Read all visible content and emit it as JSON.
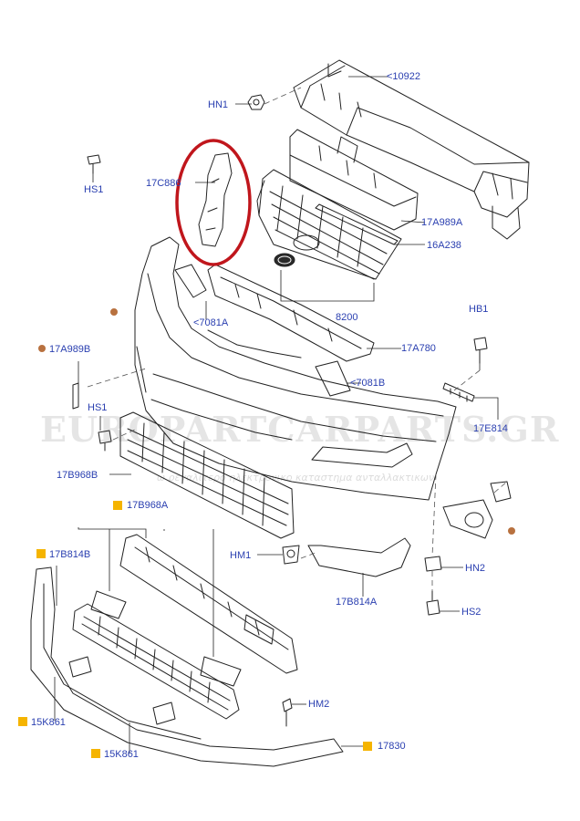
{
  "labels": {
    "p10922": "<10922",
    "hn1": "HN1",
    "hs1_top": "HS1",
    "p17c886": "17C886",
    "p17a989a": "17A989A",
    "p16a238": "16A238",
    "p8200": "8200",
    "p7081a": "<7081A",
    "p17a989b": "17A989B",
    "p17a780": "17A780",
    "hb1": "HB1",
    "p7081b": "<7081B",
    "hs1_mid": "HS1",
    "p17e814": "17E814",
    "p17b968b": "17B968B",
    "p17b968a": "17B968A",
    "p17b814b": "17B814B",
    "hm1": "HM1",
    "hn2": "HN2",
    "p17b814a": "17B814A",
    "hs2": "HS2",
    "hm2": "HM2",
    "p15k861_a": "15K861",
    "p15k861_b": "15K861",
    "p17830": "17830"
  },
  "watermark": {
    "brand": "EUROPARTCARPARTS.GR",
    "tagline": "ω ρεγαλιτερο ηλεκτρονικο καταστημα ανταλλακτικων"
  },
  "colors": {
    "label": "#2a3fb0",
    "line": "#222222",
    "highlight_ring": "#c0161c",
    "marker_square": "#f5b400",
    "marker_dot": "#b8713f"
  }
}
